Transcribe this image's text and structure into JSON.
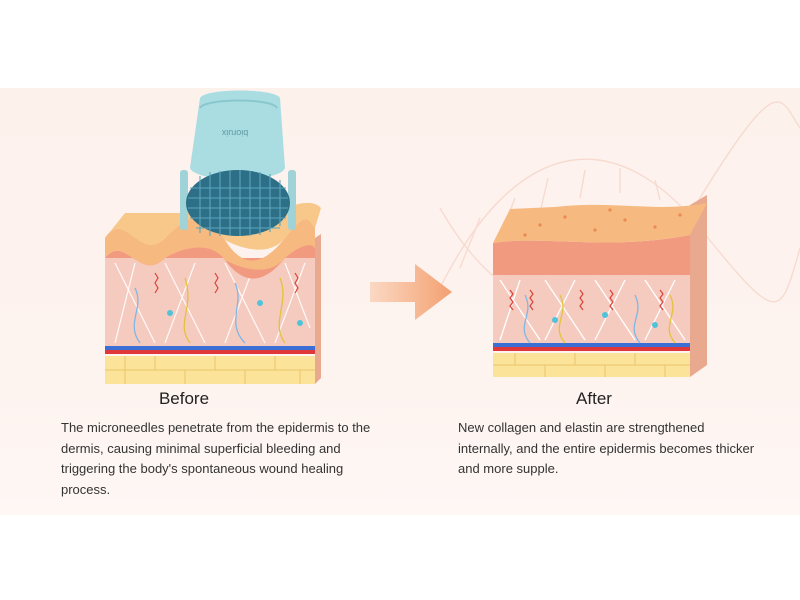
{
  "before": {
    "title": "Before",
    "description": "The microneedles penetrate from the epidermis to the dermis, causing minimal superficial bleeding and triggering the body's spontaneous wound healing process.",
    "device_brand": "bioruix"
  },
  "after": {
    "title": "After",
    "description": "New collagen and elastin are strengthened internally, and the entire epidermis becomes thicker and more supple."
  },
  "colors": {
    "background": "#fdf1ec",
    "arrow": "#f3a070",
    "epidermis": "#f6b97f",
    "dermis": "#f6cbbf",
    "fat": "#fbe39a",
    "roller_handle": "#a9dde2",
    "roller_head": "#2c6f86"
  }
}
